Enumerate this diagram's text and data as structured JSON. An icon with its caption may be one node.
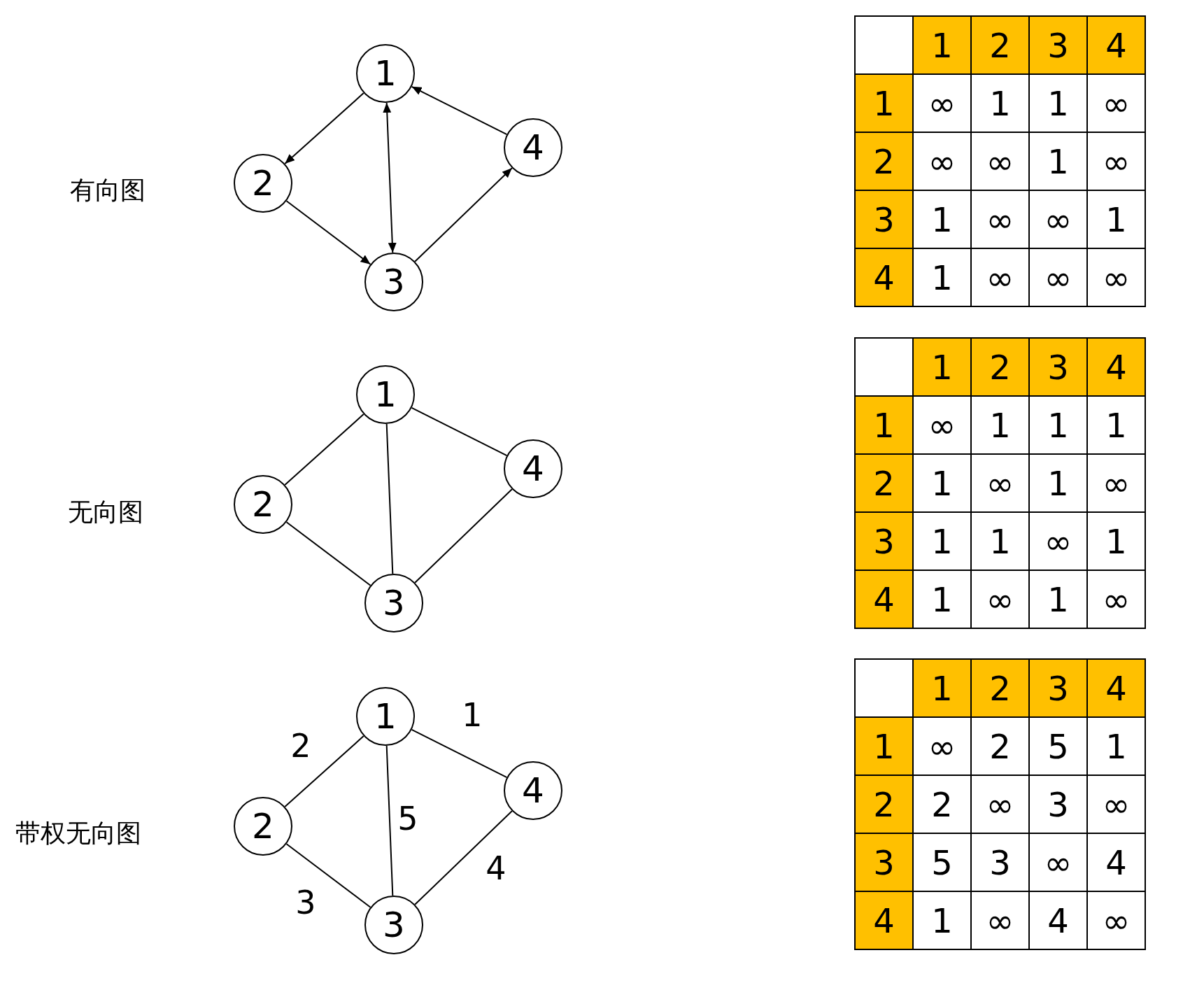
{
  "diagram": {
    "nodes": [
      {
        "text": [
          "1"
        ]
      },
      {
        "text": [
          "2"
        ]
      },
      {
        "text": [
          "3"
        ]
      },
      {
        "text": [
          "4"
        ]
      },
      {
        "text": [
          "1"
        ]
      },
      {
        "text": [
          "2"
        ]
      },
      {
        "text": [
          "3"
        ]
      },
      {
        "text": [
          "4"
        ]
      },
      {
        "text": [
          "1"
        ]
      },
      {
        "text": [
          "2"
        ]
      },
      {
        "text": [
          "3"
        ]
      },
      {
        "text": [
          "4"
        ]
      }
    ],
    "edges": [
      {
        "from": 0,
        "to": 1,
        "arrow": "to"
      },
      {
        "from": 1,
        "to": 2,
        "arrow": "to"
      },
      {
        "from": 0,
        "to": 2,
        "arrow": "both"
      },
      {
        "from": 2,
        "to": 3,
        "arrow": "to"
      },
      {
        "from": 3,
        "to": 0,
        "arrow": "to"
      },
      {
        "from": 4,
        "to": 5,
        "arrow": "none"
      },
      {
        "from": 4,
        "to": 6,
        "arrow": "none"
      },
      {
        "from": 4,
        "to": 7,
        "arrow": "none"
      },
      {
        "from": 5,
        "to": 6,
        "arrow": "none"
      },
      {
        "from": 6,
        "to": 7,
        "arrow": "none"
      },
      {
        "from": 8,
        "to": 9,
        "arrow": "none",
        "label": "2"
      },
      {
        "from": 8,
        "to": 11,
        "arrow": "none",
        "label": "1"
      },
      {
        "from": 8,
        "to": 10,
        "arrow": "none",
        "label": "5"
      },
      {
        "from": 9,
        "to": 10,
        "arrow": "none",
        "label": "3"
      },
      {
        "from": 10,
        "to": 11,
        "arrow": "none",
        "label": "4"
      }
    ],
    "labels": [
      "有向图",
      "1",
      "2",
      "3",
      "4",
      "1",
      "∞",
      "1",
      "1",
      "∞",
      "2",
      "∞",
      "∞",
      "1",
      "∞",
      "3",
      "1",
      "∞",
      "∞",
      "1",
      "4",
      "1",
      "∞",
      "∞",
      "∞",
      "无向图",
      "1",
      "2",
      "3",
      "4",
      "1",
      "∞",
      "1",
      "1",
      "1",
      "2",
      "1",
      "∞",
      "1",
      "∞",
      "3",
      "1",
      "1",
      "∞",
      "1",
      "4",
      "1",
      "∞",
      "1",
      "∞",
      "带权无向图",
      "1",
      "2",
      "3",
      "4",
      "1",
      "∞",
      "2",
      "5",
      "1",
      "2",
      "2",
      "∞",
      "3",
      "∞",
      "3",
      "5",
      "3",
      "∞",
      "4",
      "4",
      "1",
      "∞",
      "4",
      "∞"
    ]
  }
}
